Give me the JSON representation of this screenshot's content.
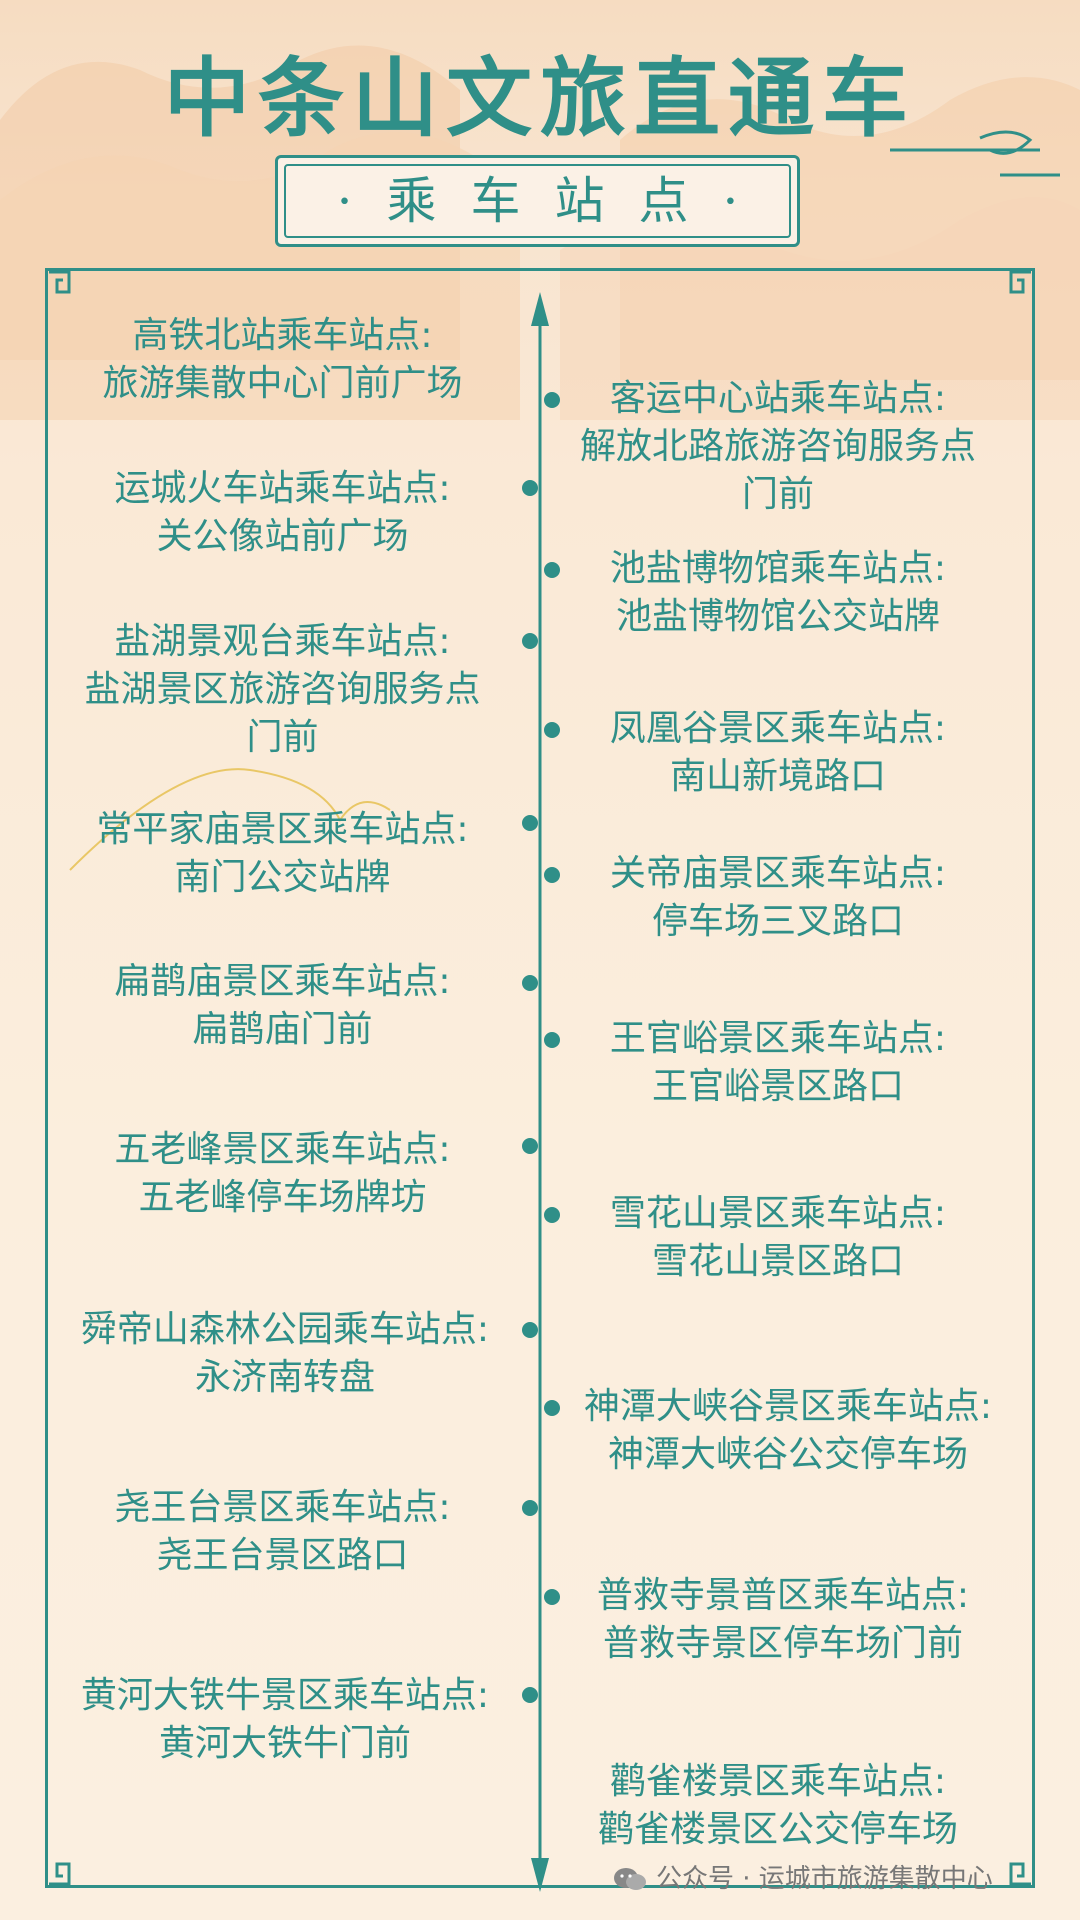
{
  "title": "中条山文旅直通车",
  "subtitle": "·乘车站点·",
  "left_stops": [
    {
      "name": "高铁北站乘车站点:",
      "place": "旅游集散中心门前广场"
    },
    {
      "name": "运城火车站乘车站点:",
      "place": "关公像站前广场"
    },
    {
      "name": "盐湖景观台乘车站点:",
      "place": "盐湖景区旅游咨询服务点",
      "place2": "门前"
    },
    {
      "name": "常平家庙景区乘车站点:",
      "place": "南门公交站牌"
    },
    {
      "name": "扁鹊庙景区乘车站点:",
      "place": "扁鹊庙门前"
    },
    {
      "name": "五老峰景区乘车站点:",
      "place": "五老峰停车场牌坊"
    },
    {
      "name": "舜帝山森林公园乘车站点:",
      "place": "永济南转盘"
    },
    {
      "name": "尧王台景区乘车站点:",
      "place": "尧王台景区路口"
    },
    {
      "name": "黄河大铁牛景区乘车站点:",
      "place": "黄河大铁牛门前"
    }
  ],
  "right_stops": [
    {
      "name": "客运中心站乘车站点:",
      "place": "解放北路旅游咨询服务点",
      "place2": "门前"
    },
    {
      "name": "池盐博物馆乘车站点:",
      "place": "池盐博物馆公交站牌"
    },
    {
      "name": "凤凰谷景区乘车站点:",
      "place": "南山新境路口"
    },
    {
      "name": "关帝庙景区乘车站点:",
      "place": "停车场三叉路口"
    },
    {
      "name": "王官峪景区乘车站点:",
      "place": "王官峪景区路口"
    },
    {
      "name": "雪花山景区乘车站点:",
      "place": "雪花山景区路口"
    },
    {
      "name": "神潭大峡谷景区乘车站点:",
      "place": "神潭大峡谷公交停车场"
    },
    {
      "name": "普救寺景普区乘车站点:",
      "place": "普救寺景区停车场门前"
    },
    {
      "name": "鹳雀楼景区乘车站点:",
      "place": "鹳雀楼景区公交停车场"
    }
  ],
  "watermark": {
    "text": "公众号 · 运城市旅游集散中心",
    "icon": "wechat-icon"
  },
  "colors": {
    "accent": "#2f8f88",
    "background": "#fbeedd",
    "mountain": "#f2c9a2"
  }
}
